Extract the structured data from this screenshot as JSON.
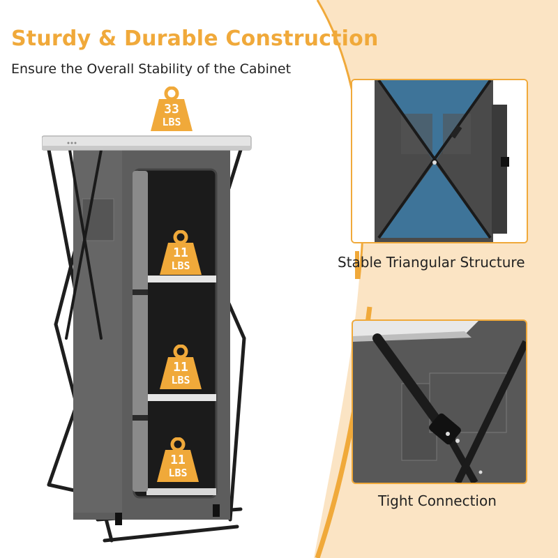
{
  "header": {
    "title": "Sturdy & Durable Construction",
    "subtitle": "Ensure the Overall Stability of the Cabinet"
  },
  "weights": [
    {
      "value": "33",
      "unit": "LBS",
      "label": "tabletop-capacity"
    },
    {
      "value": "11",
      "unit": "LBS",
      "label": "shelf-1-capacity"
    },
    {
      "value": "11",
      "unit": "LBS",
      "label": "shelf-2-capacity"
    },
    {
      "value": "11",
      "unit": "LBS",
      "label": "shelf-3-capacity"
    }
  ],
  "insets": [
    {
      "caption": "Stable Triangular Structure"
    },
    {
      "caption": "Tight Connection"
    }
  ],
  "colors": {
    "accent": "#F0A93A",
    "panel_beige": "#FBE4C4",
    "fabric_gray": "#5a5a5a",
    "fabric_blue": "#3E7499",
    "frame_black": "#1e1e1e",
    "text_dark": "#222222"
  }
}
